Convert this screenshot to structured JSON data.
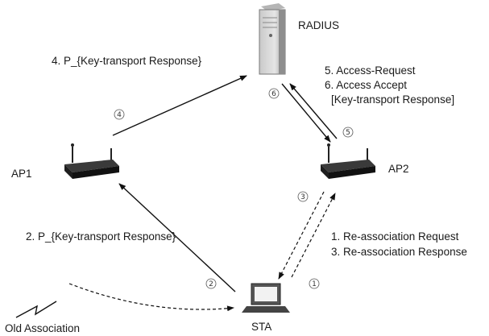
{
  "nodes": {
    "radius": "RADIUS",
    "ap1": "AP1",
    "ap2": "AP2",
    "sta": "STA"
  },
  "labels": {
    "step4": "4. P_{Key-transport Response}",
    "step5": "5. Access-Request",
    "step6a": "6. Access Accept",
    "step6b": "[Key-transport Response]",
    "step2": "2. P_{Key-transport Response}",
    "step1": "1. Re-association Request",
    "step3": "3. Re-association Response",
    "old_association": "Old Association"
  },
  "step_markers": {
    "m1": "1",
    "m2": "2",
    "m3": "3",
    "m4": "4",
    "m5": "5",
    "m6": "6"
  }
}
